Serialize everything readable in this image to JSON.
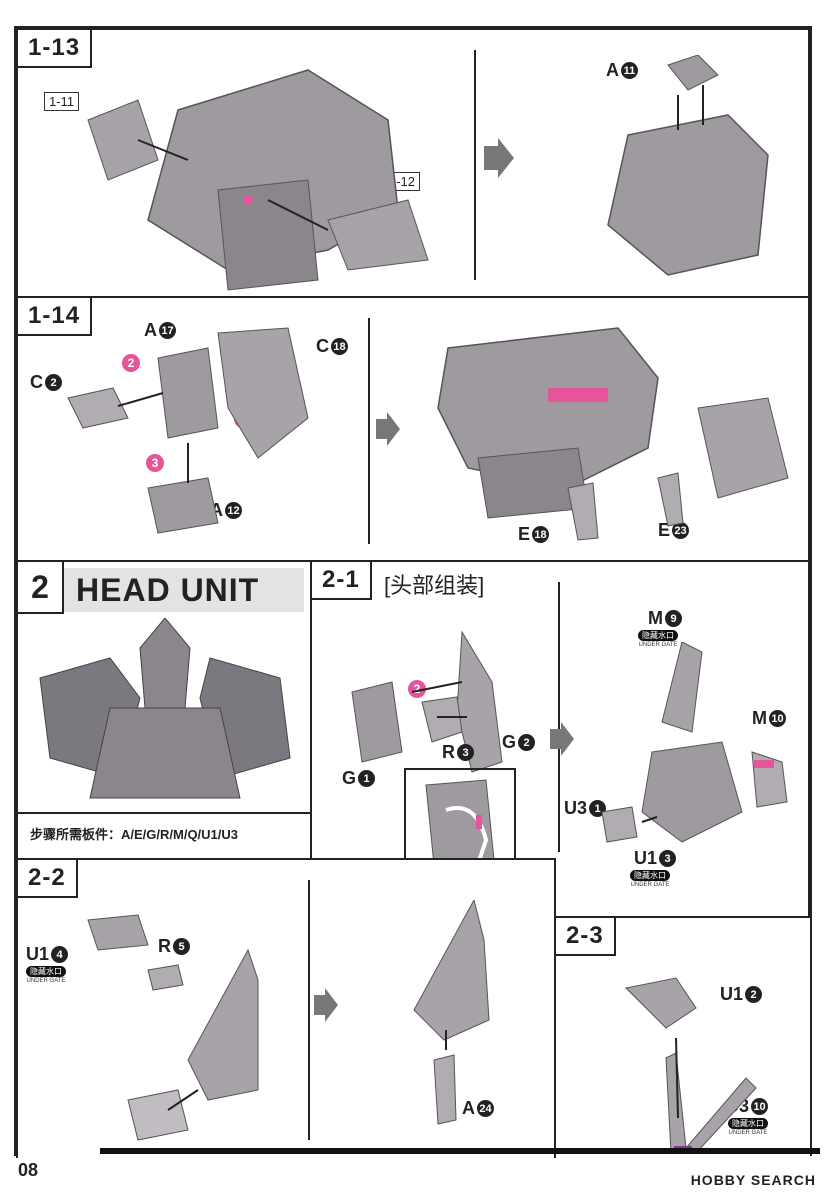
{
  "steps": {
    "s1_13": {
      "tag": "1-13",
      "sub_a": "1-11",
      "sub_b": "1-12",
      "part_a": "A",
      "part_a_num": "11"
    },
    "s1_14": {
      "tag": "1-14",
      "labels": [
        {
          "letter": "A",
          "num": "17"
        },
        {
          "letter": "C",
          "num": "18"
        },
        {
          "letter": "C",
          "num": "2"
        },
        {
          "letter": "A",
          "num": "12"
        },
        {
          "letter": "E",
          "num": "18"
        },
        {
          "letter": "E",
          "num": "23"
        }
      ],
      "order": [
        "1",
        "2",
        "3"
      ]
    },
    "s2": {
      "number": "2",
      "title": "HEAD UNIT",
      "parts_note": "步骤所需板件：A/E/G/R/M/Q/U1/U3"
    },
    "s2_1": {
      "tag": "2-1",
      "subtitle": "[头部组装]",
      "labels": [
        {
          "letter": "G",
          "num": "1"
        },
        {
          "letter": "R",
          "num": "3"
        },
        {
          "letter": "G",
          "num": "2"
        },
        {
          "letter": "M",
          "num": "9"
        },
        {
          "letter": "M",
          "num": "10"
        },
        {
          "letter": "U3",
          "num": "1"
        },
        {
          "letter": "U1",
          "num": "3"
        }
      ],
      "order": [
        "1",
        "2"
      ]
    },
    "s2_2": {
      "tag": "2-2",
      "labels": [
        {
          "letter": "U1",
          "num": "4"
        },
        {
          "letter": "R",
          "num": "5"
        },
        {
          "letter": "A",
          "num": "24"
        }
      ]
    },
    "s2_3": {
      "tag": "2-3",
      "labels": [
        {
          "letter": "U1",
          "num": "2"
        },
        {
          "letter": "U3",
          "num": "10"
        }
      ]
    }
  },
  "gate": {
    "cn": "隐藏水口",
    "en": "UNDER GATE"
  },
  "footer": {
    "page": "08",
    "brand": "HOBBY SEARCH"
  },
  "colors": {
    "accent": "#e6559a",
    "part": "#9e9aa0",
    "line": "#222222"
  }
}
